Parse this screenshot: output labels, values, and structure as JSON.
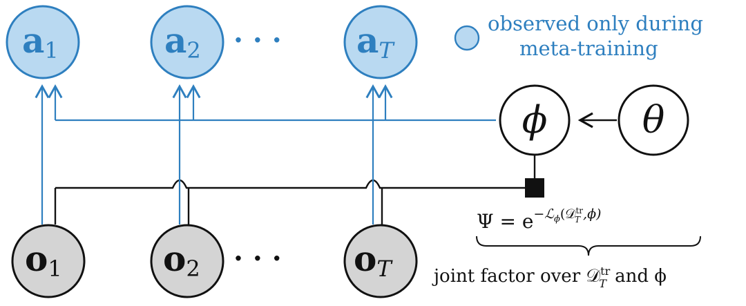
{
  "colors": {
    "observed_fill": "#b9d9f1",
    "observed_stroke": "#2e7fbf",
    "latent_fill": "#d4d4d4",
    "plain_fill": "#ffffff",
    "black": "#111111"
  },
  "nodes": {
    "a1": {
      "symbol": "a",
      "sub": "1"
    },
    "a2": {
      "symbol": "a",
      "sub": "2"
    },
    "aT": {
      "symbol": "a",
      "sub": "T"
    },
    "o1": {
      "symbol": "o",
      "sub": "1"
    },
    "o2": {
      "symbol": "o",
      "sub": "2"
    },
    "oT": {
      "symbol": "o",
      "sub": "T"
    },
    "phi": {
      "symbol": "ϕ"
    },
    "theta": {
      "symbol": "θ"
    }
  },
  "ellipsis": {
    "top": "· · ·",
    "bottom": "· · ·"
  },
  "legend": {
    "line1": "observed only during",
    "line2": "meta-training"
  },
  "factor": {
    "psi": "Ψ = e",
    "exponent": "−ℒ",
    "exponent_sub": "ϕ",
    "exponent_args_open": "(",
    "exponent_D": "𝒟",
    "exponent_D_sup": "tr",
    "exponent_D_sub": "T",
    "exponent_args_close": ",ϕ)"
  },
  "caption": {
    "prefix": "joint factor over ",
    "D": "𝒟",
    "D_sup": "tr",
    "D_sub": "T",
    "suffix": " and ϕ"
  }
}
